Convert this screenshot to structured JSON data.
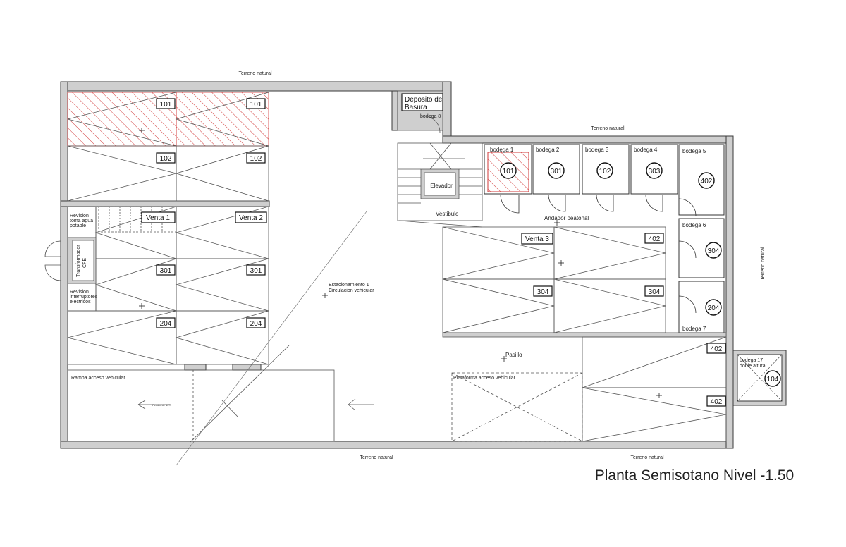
{
  "title": "Planta Semisotano Nivel -1.50",
  "terrain": {
    "top": "Terreno natural",
    "mid_top": "Terreno natural",
    "bottom_left": "Terreno natural",
    "bottom_right": "Terreno natural",
    "right": "Terreno natural"
  },
  "parking_boxes": {
    "p1": "101",
    "p2": "101",
    "p3": "102",
    "p4": "102",
    "v1": "Venta  1",
    "v2": "Venta 2",
    "p7": "301",
    "p8": "301",
    "p9": "204",
    "p10": "204",
    "v3": "Venta 3",
    "p12": "402",
    "p13": "304",
    "p14": "304",
    "p15": "402",
    "p16": "402"
  },
  "bodegas": {
    "b1": {
      "name": "bodega 1",
      "unit": "101"
    },
    "b2": {
      "name": "bodega 2",
      "unit": "301"
    },
    "b3": {
      "name": "bodega 3",
      "unit": "102"
    },
    "b4": {
      "name": "bodega 4",
      "unit": "303"
    },
    "b5": {
      "name": "bodega 5",
      "unit": "402"
    },
    "b6": {
      "name": "bodega 6",
      "unit": "304"
    },
    "b7": {
      "name": "bodega 7",
      "unit": "204"
    },
    "b8": {
      "name": "bodega 8"
    },
    "b17": {
      "name": "bodega 17",
      "sub": "doble altura",
      "unit": "104"
    }
  },
  "rooms": {
    "deposito_1": "Deposito de",
    "deposito_2": "Basura",
    "elevador": "Elevador",
    "vestibulo": "Vestibulo",
    "andador": "Andador peatonal",
    "estacionamiento": "Estacionamiento 1",
    "circulacion": "Circulacion vehicular",
    "pasillo": "Pasillo",
    "rampa": "Rampa acceso vehicular",
    "plataforma": "Plataforma acceso vehicular",
    "revision_agua_1": "Revision",
    "revision_agua_2": "toma agua",
    "revision_agua_3": "potable",
    "revision_elec_1": "Revision",
    "revision_elec_2": "interruptores",
    "revision_elec_3": "electricos",
    "transformador_1": "Transformador",
    "transformador_2": "CFE",
    "pendiente": "Pendiente 12%"
  },
  "colors": {
    "wall": "#c9c9c9",
    "wall_edge": "#3a3a3a",
    "line": "#444444",
    "hatch": "#d23a3a"
  }
}
